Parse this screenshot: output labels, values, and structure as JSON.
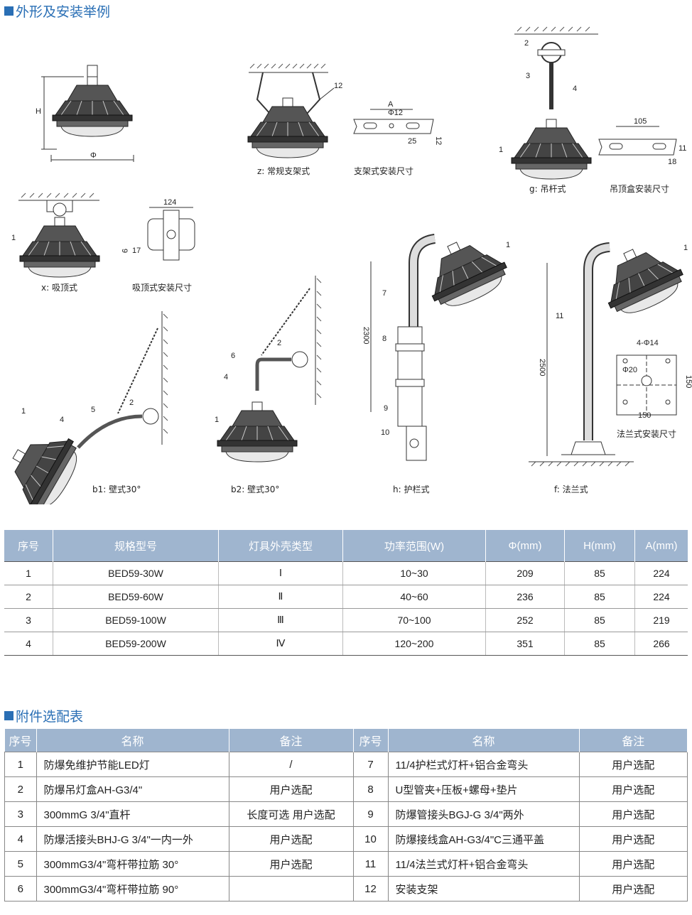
{
  "section1": {
    "title": "外形及安装举例"
  },
  "drawings": {
    "dim_H": "H",
    "dim_phi": "Φ",
    "z_caption": "z: 常规支架式",
    "z_num": "12",
    "bracket_caption": "支架式安装尺寸",
    "bracket_A": "A",
    "bracket_phi12": "Φ12",
    "bracket_25": "25",
    "bracket_12": "12",
    "g_caption": "g: 吊杆式",
    "g_nums": [
      "2",
      "3",
      "4",
      "1"
    ],
    "box_caption": "吊顶盒安装尺寸",
    "box_105": "105",
    "box_11": "11",
    "box_18": "18",
    "x_caption": "x: 吸顶式",
    "x_num": "1",
    "ceil_caption": "吸顶式安装尺寸",
    "ceil_124": "124",
    "ceil_9": "9",
    "ceil_17": "17",
    "b1_caption": "b1:  壁式30°",
    "b1_nums": [
      "1",
      "4",
      "5",
      "2"
    ],
    "b2_caption": "b2:  壁式30°",
    "b2_nums": [
      "2",
      "6",
      "4",
      "1"
    ],
    "h_caption": "h:  护栏式",
    "h_nums": [
      "1",
      "7",
      "8",
      "9",
      "10"
    ],
    "h_2300": "2300",
    "f_caption": "f:  法兰式",
    "f_nums": [
      "1",
      "11"
    ],
    "f_2500": "2500",
    "flange_caption": "法兰式安装尺寸",
    "flange_4phi14": "4-Φ14",
    "flange_phi20": "Φ20",
    "flange_150a": "150",
    "flange_150b": "150"
  },
  "spec_table": {
    "headers": [
      "序号",
      "规格型号",
      "灯具外壳类型",
      "功率范围(W)",
      "Φ(mm)",
      "H(mm)",
      "A(mm)"
    ],
    "rows": [
      [
        "1",
        "BED59-30W",
        "Ⅰ",
        "10~30",
        "209",
        "85",
        "224"
      ],
      [
        "2",
        "BED59-60W",
        "Ⅱ",
        "40~60",
        "236",
        "85",
        "224"
      ],
      [
        "3",
        "BED59-100W",
        "Ⅲ",
        "70~100",
        "252",
        "85",
        "219"
      ],
      [
        "4",
        "BED59-200W",
        "Ⅳ",
        "120~200",
        "351",
        "85",
        "266"
      ]
    ]
  },
  "section2": {
    "title": "附件选配表"
  },
  "acc_table": {
    "headers": [
      "序号",
      "名称",
      "备注",
      "序号",
      "名称",
      "备注"
    ],
    "rows": [
      [
        "1",
        "防爆免维护节能LED灯",
        "/",
        "7",
        "11/4护栏式灯杆+铝合金弯头",
        "用户选配"
      ],
      [
        "2",
        "防爆吊灯盒AH-G3/4\"",
        "用户选配",
        "8",
        "U型管夹+压板+螺母+垫片",
        "用户选配"
      ],
      [
        "3",
        "300mmG 3/4\"直杆",
        "长度可选  用户选配",
        "9",
        "防爆管接头BGJ-G 3/4\"两外",
        "用户选配"
      ],
      [
        "4",
        "防爆活接头BHJ-G 3/4\"一内一外",
        "用户选配",
        "10",
        "防爆接线盒AH-G3/4\"C三通平盖",
        "用户选配"
      ],
      [
        "5",
        "300mmG3/4\"弯杆带拉筋 30°",
        "用户选配",
        "11",
        "11/4法兰式灯杆+铝合金弯头",
        "用户选配"
      ],
      [
        "6",
        "300mmG3/4\"弯杆带拉筋 90°",
        "",
        "12",
        "安装支架",
        "用户选配"
      ]
    ]
  }
}
